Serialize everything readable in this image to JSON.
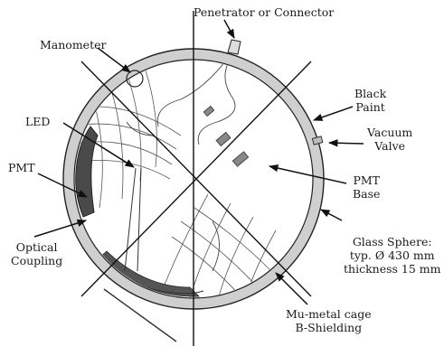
{
  "labels": {
    "penetrator": "Penetrator or Connector",
    "manometer": "Manometer",
    "led": "LED",
    "pmt": "PMT",
    "optical_1": "Optical",
    "optical_2": "Coupling",
    "black_paint_1": "Black",
    "black_paint_2": "Paint",
    "vacuum_valve_1": "Vacuum",
    "vacuum_valve_2": "Valve",
    "pmt_base_1": "PMT",
    "pmt_base_2": "Base",
    "glass_1": "Glass Sphere:",
    "glass_2": "typ. Ø 430 mm",
    "glass_3": "thickness 15 mm",
    "mu_metal_1": "Mu-metal cage",
    "mu_metal_2": "B-Shielding"
  },
  "colors": {
    "glass_shell": "#cfcfcf",
    "pmt_fill": "#4a4a4a",
    "mu_metal_band": "#555555",
    "ink": "#1a1a1a"
  }
}
